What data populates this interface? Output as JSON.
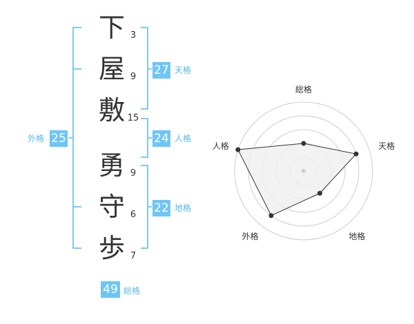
{
  "name": {
    "characters": [
      {
        "char": "下",
        "strokes": "3"
      },
      {
        "char": "屋",
        "strokes": "9"
      },
      {
        "char": "敷",
        "strokes": "15"
      },
      {
        "char": "勇",
        "strokes": "9"
      },
      {
        "char": "守",
        "strokes": "6"
      },
      {
        "char": "歩",
        "strokes": "7"
      }
    ]
  },
  "fortune": {
    "tenkaku": {
      "value": "27",
      "label": "天格"
    },
    "jinkaku": {
      "value": "24",
      "label": "人格"
    },
    "chikaku": {
      "value": "22",
      "label": "地格"
    },
    "gaikaku": {
      "value": "25",
      "label": "外格"
    },
    "soukaku": {
      "value": "49",
      "label": "総格"
    }
  },
  "radar": {
    "labels": [
      "総格",
      "天格",
      "地格",
      "外格",
      "人格"
    ],
    "values": [
      2,
      4,
      2,
      4,
      5
    ],
    "max": 5,
    "colors": {
      "grid": "#cccccc",
      "fill": "#efefef",
      "line": "#333333",
      "point": "#333333",
      "center": "#cccccc"
    }
  },
  "colors": {
    "accent": "#6ec6f5",
    "accent_text": "#5bb8ee",
    "bracket": "#7dc9f2"
  }
}
